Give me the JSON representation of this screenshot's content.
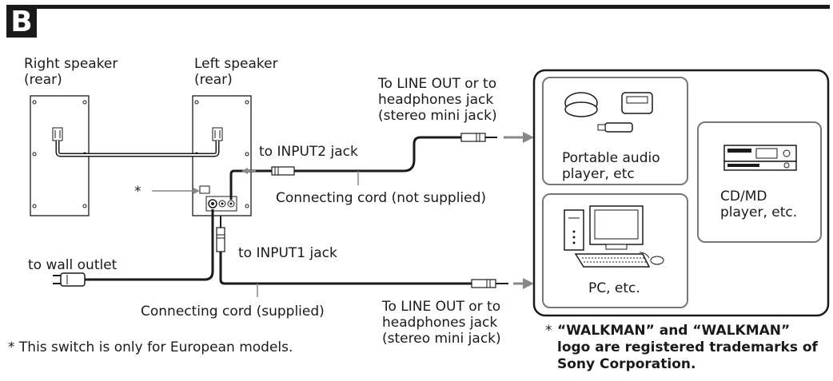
{
  "section": "B",
  "labels": {
    "right_speaker": [
      "Right speaker",
      "(rear)"
    ],
    "left_speaker": [
      "Left speaker",
      "(rear)"
    ],
    "to_line_out_top": [
      "To LINE OUT or to",
      "headphones jack",
      "(stereo mini jack)"
    ],
    "to_input2": "to INPUT2 jack",
    "asterisk_marker": "*",
    "cord_not_supplied": "Connecting cord (not supplied)",
    "to_wall_outlet": "to wall outlet",
    "to_input1": "to INPUT1 jack",
    "cord_supplied": "Connecting cord (supplied)",
    "to_line_out_bottom": [
      "To LINE OUT or to",
      "headphones jack",
      "(stereo mini jack)"
    ],
    "footnote_switch": "*  This switch is only for European models.",
    "portable_player": [
      "Portable audio",
      "player, etc"
    ],
    "cd_md_player": [
      "CD/MD",
      "player, etc."
    ],
    "pc": "PC, etc.",
    "trademark_star": "*",
    "trademark": [
      "“WALKMAN” and “WALKMAN”",
      "logo are registered trademarks of",
      "Sony Corporation."
    ]
  }
}
